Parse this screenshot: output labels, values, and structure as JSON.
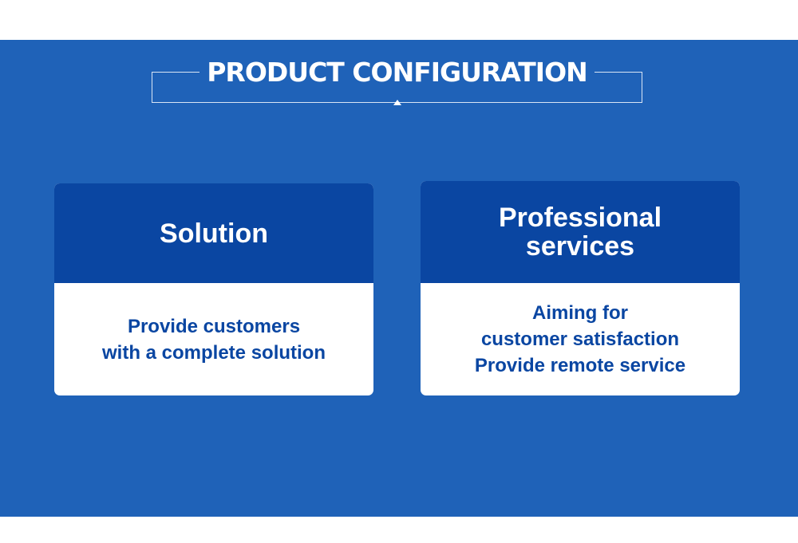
{
  "section": {
    "title": "PRODUCT CONFIGURATION"
  },
  "cards": [
    {
      "title": "Solution",
      "description": "Provide customers\nwith a complete solution"
    },
    {
      "title": "Professional\nservices",
      "description": "Aiming for\ncustomer satisfaction\nProvide remote service"
    }
  ],
  "colors": {
    "band": "#1f62b8",
    "card_header": "#0a46a2",
    "card_body": "#ffffff",
    "card_text": "#0a46a2"
  }
}
